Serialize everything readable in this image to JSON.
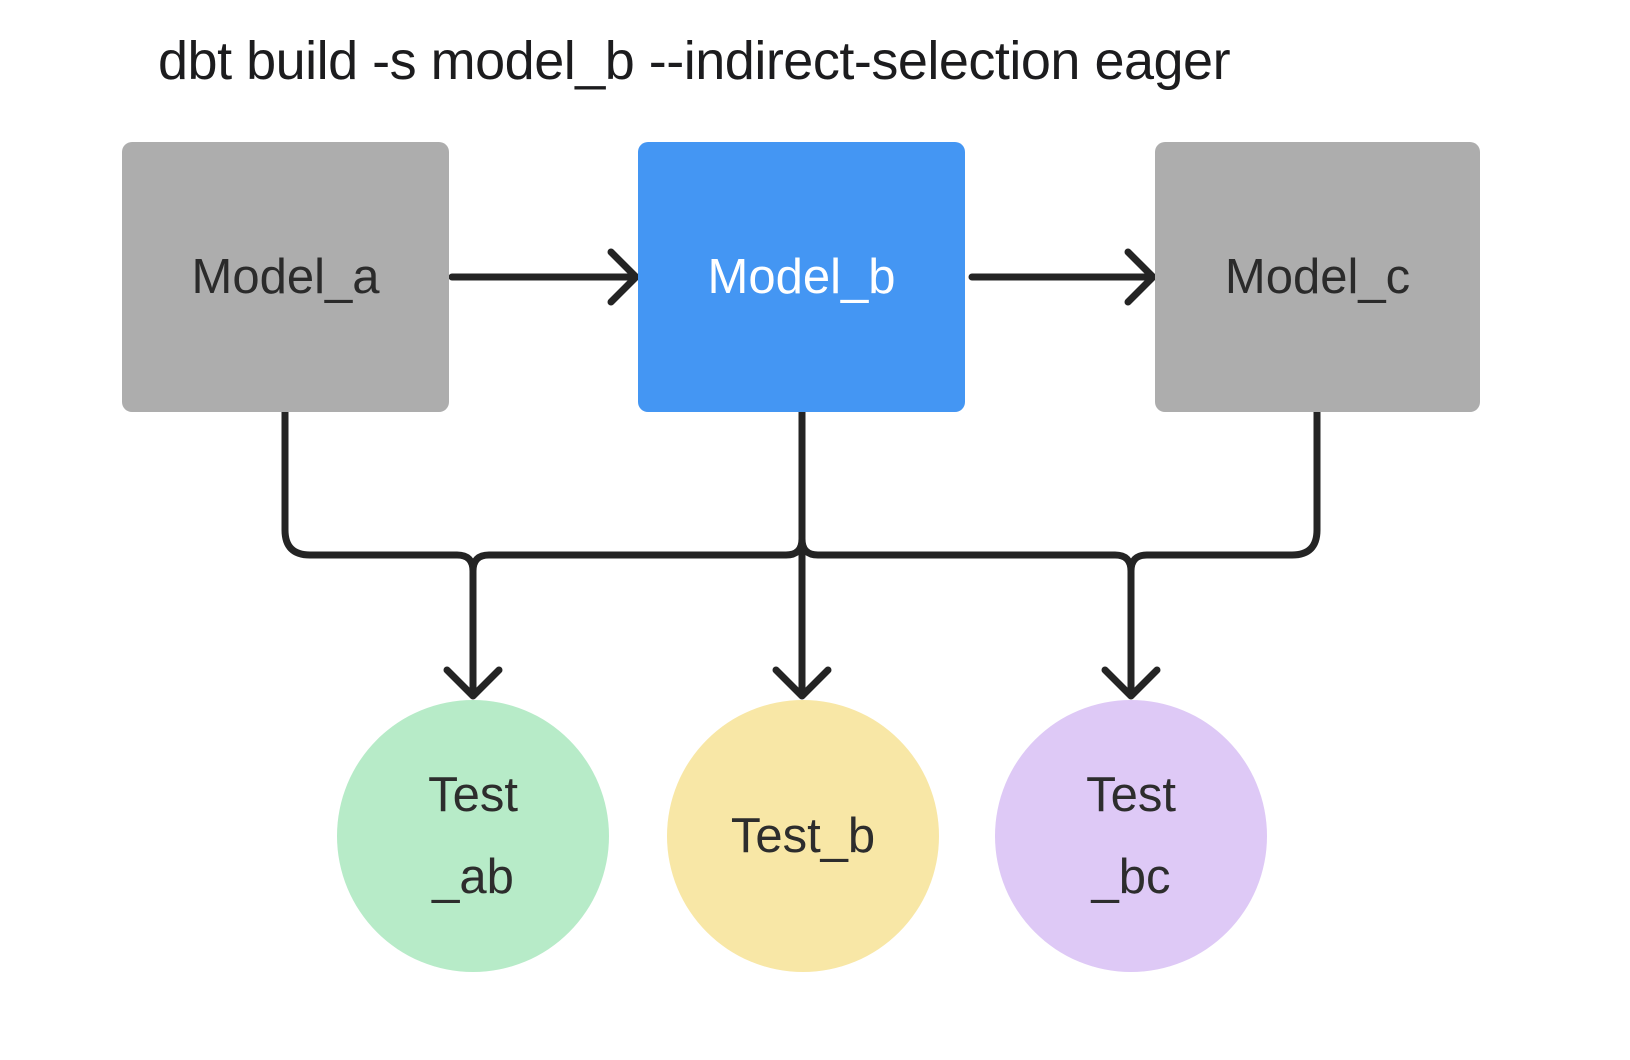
{
  "title": "dbt build -s model_b --indirect-selection eager",
  "colors": {
    "background": "#ffffff",
    "line": "#242424",
    "title_text": "#1c1c1e",
    "model_default_bg": "#adadad",
    "model_selected_bg": "#4496f3",
    "test_green_bg": "#b7ebc8",
    "test_yellow_bg": "#f8e7a6",
    "test_purple_bg": "#dec9f6"
  },
  "models": [
    {
      "id": "model_a",
      "label": "Model_a",
      "bg": "#adadad",
      "text_color": "#2b2b2b",
      "selected": false
    },
    {
      "id": "model_b",
      "label": "Model_b",
      "bg": "#4496f3",
      "text_color": "#ffffff",
      "selected": true
    },
    {
      "id": "model_c",
      "label": "Model_c",
      "bg": "#adadad",
      "text_color": "#2b2b2b",
      "selected": false
    }
  ],
  "tests": [
    {
      "id": "test_ab",
      "label_lines": [
        "Test",
        "_ab"
      ],
      "bg": "#b7ebc8",
      "text_color": "#2d2d2d"
    },
    {
      "id": "test_b",
      "label_lines": [
        "Test_b"
      ],
      "bg": "#f8e7a6",
      "text_color": "#2d2d2d"
    },
    {
      "id": "test_bc",
      "label_lines": [
        "Test",
        "_bc"
      ],
      "bg": "#dec9f6",
      "text_color": "#2d2d2d"
    }
  ],
  "edges": [
    {
      "from": "model_a",
      "to": "model_b",
      "type": "arrow"
    },
    {
      "from": "model_b",
      "to": "model_c",
      "type": "arrow"
    },
    {
      "from": "model_a",
      "to": "test_ab",
      "type": "arrow"
    },
    {
      "from": "model_b",
      "to": "test_ab",
      "type": "arrow"
    },
    {
      "from": "model_b",
      "to": "test_b",
      "type": "arrow"
    },
    {
      "from": "model_b",
      "to": "test_bc",
      "type": "arrow"
    },
    {
      "from": "model_c",
      "to": "test_bc",
      "type": "arrow"
    }
  ]
}
